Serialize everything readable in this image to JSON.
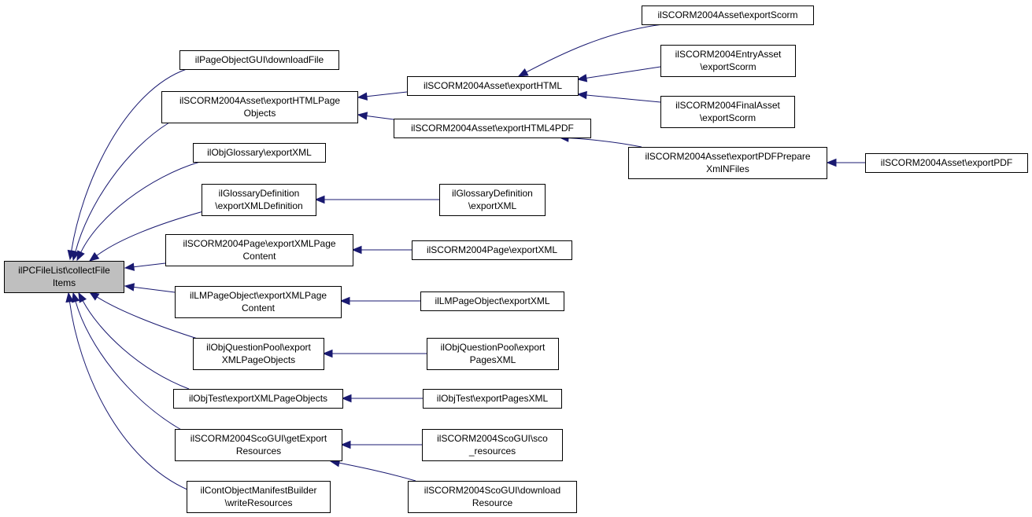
{
  "colors": {
    "edge": "#191970",
    "node_border": "#000000",
    "node_fill": "#ffffff",
    "focus_fill": "#bfbfbf"
  },
  "nodes": [
    {
      "id": "root",
      "lines": [
        "ilPCFileList\\collectFile",
        "Items"
      ],
      "focus": true
    },
    {
      "id": "pageobjgui_download",
      "lines": [
        "ilPageObjectGUI\\downloadFile"
      ]
    },
    {
      "id": "asset_exporthtmlpageobjects",
      "lines": [
        "ilSCORM2004Asset\\exportHTMLPage",
        "Objects"
      ]
    },
    {
      "id": "objglossary_exportxml",
      "lines": [
        "ilObjGlossary\\exportXML"
      ]
    },
    {
      "id": "glossarydef_exportxmldef",
      "lines": [
        "ilGlossaryDefinition",
        "\\exportXMLDefinition"
      ]
    },
    {
      "id": "page_exportxmlpagecontent",
      "lines": [
        "ilSCORM2004Page\\exportXMLPage",
        "Content"
      ]
    },
    {
      "id": "lmpage_exportxmlpagecontent",
      "lines": [
        "ilLMPageObject\\exportXMLPage",
        "Content"
      ]
    },
    {
      "id": "qpool_exportxmlpageobjects",
      "lines": [
        "ilObjQuestionPool\\export",
        "XMLPageObjects"
      ]
    },
    {
      "id": "objtest_exportxmlpageobjects",
      "lines": [
        "ilObjTest\\exportXMLPageObjects"
      ]
    },
    {
      "id": "scogui_getexportresources",
      "lines": [
        "ilSCORM2004ScoGUI\\getExport",
        "Resources"
      ]
    },
    {
      "id": "manifest_writeresources",
      "lines": [
        "ilContObjectManifestBuilder",
        "\\writeResources"
      ]
    },
    {
      "id": "asset_exporthtml",
      "lines": [
        "ilSCORM2004Asset\\exportHTML"
      ]
    },
    {
      "id": "asset_exporthtml4pdf",
      "lines": [
        "ilSCORM2004Asset\\exportHTML4PDF"
      ]
    },
    {
      "id": "glossarydef_exportxml",
      "lines": [
        "ilGlossaryDefinition",
        "\\exportXML"
      ]
    },
    {
      "id": "page_exportxml",
      "lines": [
        "ilSCORM2004Page\\exportXML"
      ]
    },
    {
      "id": "lmpage_exportxml",
      "lines": [
        "ilLMPageObject\\exportXML"
      ]
    },
    {
      "id": "qpool_exportpagesxml",
      "lines": [
        "ilObjQuestionPool\\export",
        "PagesXML"
      ]
    },
    {
      "id": "objtest_exportpagesxml",
      "lines": [
        "ilObjTest\\exportPagesXML"
      ]
    },
    {
      "id": "scogui_sco_resources",
      "lines": [
        "ilSCORM2004ScoGUI\\sco",
        "_resources"
      ]
    },
    {
      "id": "scogui_downloadresource",
      "lines": [
        "ilSCORM2004ScoGUI\\download",
        "Resource"
      ]
    },
    {
      "id": "asset_exportscorm",
      "lines": [
        "ilSCORM2004Asset\\exportScorm"
      ]
    },
    {
      "id": "entryasset_exportscorm",
      "lines": [
        "ilSCORM2004EntryAsset",
        "\\exportScorm"
      ]
    },
    {
      "id": "finalasset_exportscorm",
      "lines": [
        "ilSCORM2004FinalAsset",
        "\\exportScorm"
      ]
    },
    {
      "id": "asset_exportpdfpreparexml",
      "lines": [
        "ilSCORM2004Asset\\exportPDFPrepare",
        "XmlNFiles"
      ]
    },
    {
      "id": "asset_exportpdf",
      "lines": [
        "ilSCORM2004Asset\\exportPDF"
      ]
    }
  ],
  "edges": [
    {
      "from": "pageobjgui_download",
      "to": "root"
    },
    {
      "from": "asset_exporthtmlpageobjects",
      "to": "root"
    },
    {
      "from": "objglossary_exportxml",
      "to": "root"
    },
    {
      "from": "glossarydef_exportxmldef",
      "to": "root"
    },
    {
      "from": "page_exportxmlpagecontent",
      "to": "root"
    },
    {
      "from": "lmpage_exportxmlpagecontent",
      "to": "root"
    },
    {
      "from": "qpool_exportxmlpageobjects",
      "to": "root"
    },
    {
      "from": "objtest_exportxmlpageobjects",
      "to": "root"
    },
    {
      "from": "scogui_getexportresources",
      "to": "root"
    },
    {
      "from": "manifest_writeresources",
      "to": "root"
    },
    {
      "from": "asset_exporthtml",
      "to": "asset_exporthtmlpageobjects"
    },
    {
      "from": "asset_exporthtml4pdf",
      "to": "asset_exporthtmlpageobjects"
    },
    {
      "from": "glossarydef_exportxml",
      "to": "glossarydef_exportxmldef"
    },
    {
      "from": "page_exportxml",
      "to": "page_exportxmlpagecontent"
    },
    {
      "from": "lmpage_exportxml",
      "to": "lmpage_exportxmlpagecontent"
    },
    {
      "from": "qpool_exportpagesxml",
      "to": "qpool_exportxmlpageobjects"
    },
    {
      "from": "objtest_exportpagesxml",
      "to": "objtest_exportxmlpageobjects"
    },
    {
      "from": "scogui_sco_resources",
      "to": "scogui_getexportresources"
    },
    {
      "from": "scogui_downloadresource",
      "to": "scogui_getexportresources"
    },
    {
      "from": "asset_exportscorm",
      "to": "asset_exporthtml"
    },
    {
      "from": "entryasset_exportscorm",
      "to": "asset_exporthtml"
    },
    {
      "from": "finalasset_exportscorm",
      "to": "asset_exporthtml"
    },
    {
      "from": "asset_exportpdfpreparexml",
      "to": "asset_exporthtml4pdf"
    },
    {
      "from": "asset_exportpdf",
      "to": "asset_exportpdfpreparexml"
    }
  ]
}
